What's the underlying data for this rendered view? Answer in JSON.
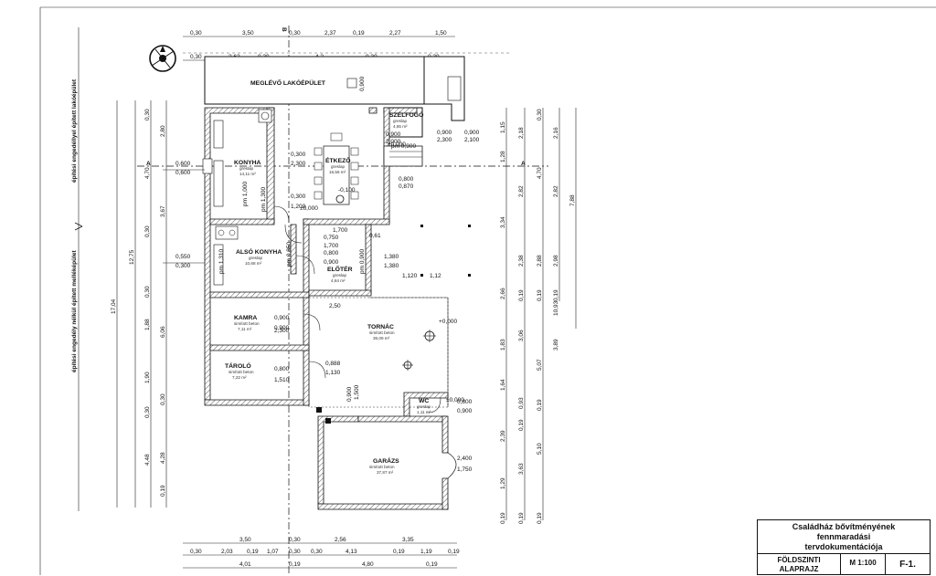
{
  "top_dims_row1": [
    "0,30",
    "3,50",
    "0,30",
    "2,37",
    "0,19",
    "2,27",
    "1,50"
  ],
  "top_dims_row2": [
    "0,30",
    "2,62",
    "0,30",
    "4,2",
    "0,30",
    "0,30"
  ],
  "axis_labels": {
    "b": "B",
    "a_left": "A",
    "a_right": "A"
  },
  "existing_building": "MEGLÉVŐ LAKÓÉPÜLET",
  "existing_building_dim": "0,900",
  "rooms": {
    "szelfogo": {
      "name": "SZÉLFOGÓ",
      "sub": "greslap",
      "area": "4,65 m²"
    },
    "konyha": {
      "name": "KONYHA",
      "sub": "greslap",
      "area": "14,11 m²"
    },
    "etkezo": {
      "name": "ÉTKEZŐ",
      "sub": "greslap",
      "area": "16,56 m²"
    },
    "also_konyha": {
      "name": "ALSÓ KONYHA",
      "sub": "greslap",
      "area": "10,68 m²"
    },
    "eloter": {
      "name": "ELŐTÉR",
      "sub": "greslap",
      "area": "4,64 m²"
    },
    "kamra": {
      "name": "KAMRA",
      "sub": "simított beton",
      "area": "7,11 m²"
    },
    "tornac": {
      "name": "TORNÁC",
      "sub": "simított beton",
      "area": "36,09 m²"
    },
    "tarolo": {
      "name": "TÁROLÓ",
      "sub": "simított beton",
      "area": "7,22 m²"
    },
    "wc": {
      "name": "WC",
      "sub": "greslap",
      "area": "1,11 m²"
    },
    "garazs": {
      "name": "GARÁZS",
      "sub": "simított beton",
      "area": "37,87 m²"
    }
  },
  "level_marks": [
    "±0,000",
    "±0,000",
    "-0,100",
    "+0,000",
    "±0,000"
  ],
  "opening_dims": [
    "0,900",
    "2,100",
    "0,900",
    "2,300",
    "0,300",
    "2,300",
    "0,300",
    "1,200",
    "0,900",
    "2,000",
    "0,800",
    "0,870",
    "0,750",
    "1,700",
    "0,900",
    "1,380",
    "1,380",
    "0,800",
    "1,700",
    "0,900",
    "1,120",
    "0,900",
    "2,300",
    "0,888",
    "1,130",
    "0,800",
    "1,510",
    "0,900",
    "1,500",
    "0,800",
    "0,900",
    "2,400",
    "1,750",
    "2,50",
    "1,12",
    "0,61"
  ],
  "parapet_labels": [
    "pm 1,300",
    "pm 0,900",
    "pm 1,310",
    "pm 0,850",
    "pm 0,900",
    "pm 1,000"
  ],
  "left_window_dims": [
    "0,600",
    "0,600",
    "0,550",
    "0,300"
  ],
  "left_side_text": [
    "építési engedéllyel épített lakóépület",
    "építési engedély nélkül épített melléképület"
  ],
  "left_dims_col1": [
    "17,04",
    "12,75"
  ],
  "left_dims_col2": [
    "3,67",
    "6,06",
    "4,28"
  ],
  "left_dims_col3": [
    "2,80",
    "4,70",
    "0,30",
    "0,30",
    "1,88",
    "1,90",
    "0,30",
    "4,48"
  ],
  "left_dims_col4": [
    "0,30",
    "0,30",
    "0,19"
  ],
  "right_dims_col1": [
    "1,15",
    "1,28",
    "3,34",
    "2,66",
    "1,83",
    "1,64",
    "2,39",
    "1,29",
    "0,19"
  ],
  "right_dims_col2": [
    "2,18",
    "2,82",
    "2,38",
    "0,19",
    "3,06",
    "0,93",
    "0,19",
    "3,63",
    "0,19"
  ],
  "right_dims_col3": [
    "0,30",
    "4,70",
    "2,88",
    "0,19",
    "5,07",
    "0,19",
    "5,10",
    "0,19"
  ],
  "right_dims_col4": [
    "2,16",
    "2,82",
    "2,98",
    "0,19",
    "3,89"
  ],
  "right_dims_total": [
    "7,88",
    "10,93"
  ],
  "bottom_dims_row1": [
    "3,50",
    "0,30",
    "2,56",
    "3,35"
  ],
  "bottom_dims_row2": [
    "0,30",
    "2,03",
    "0,19",
    "1,07",
    "0,30",
    "0,30",
    "4,13",
    "0,19",
    "1,19",
    "0,19"
  ],
  "bottom_dims_row3": [
    "4,01",
    "0,19",
    "4,80",
    "0,19"
  ],
  "title_block": {
    "title_lines": [
      "Családház bővítményének",
      "fennmaradási",
      "tervdokumentációja"
    ],
    "drawing_name_lines": [
      "FÖLDSZINTI",
      "ALAPRAJZ"
    ],
    "scale": "M 1:100",
    "sheet": "F-1."
  }
}
